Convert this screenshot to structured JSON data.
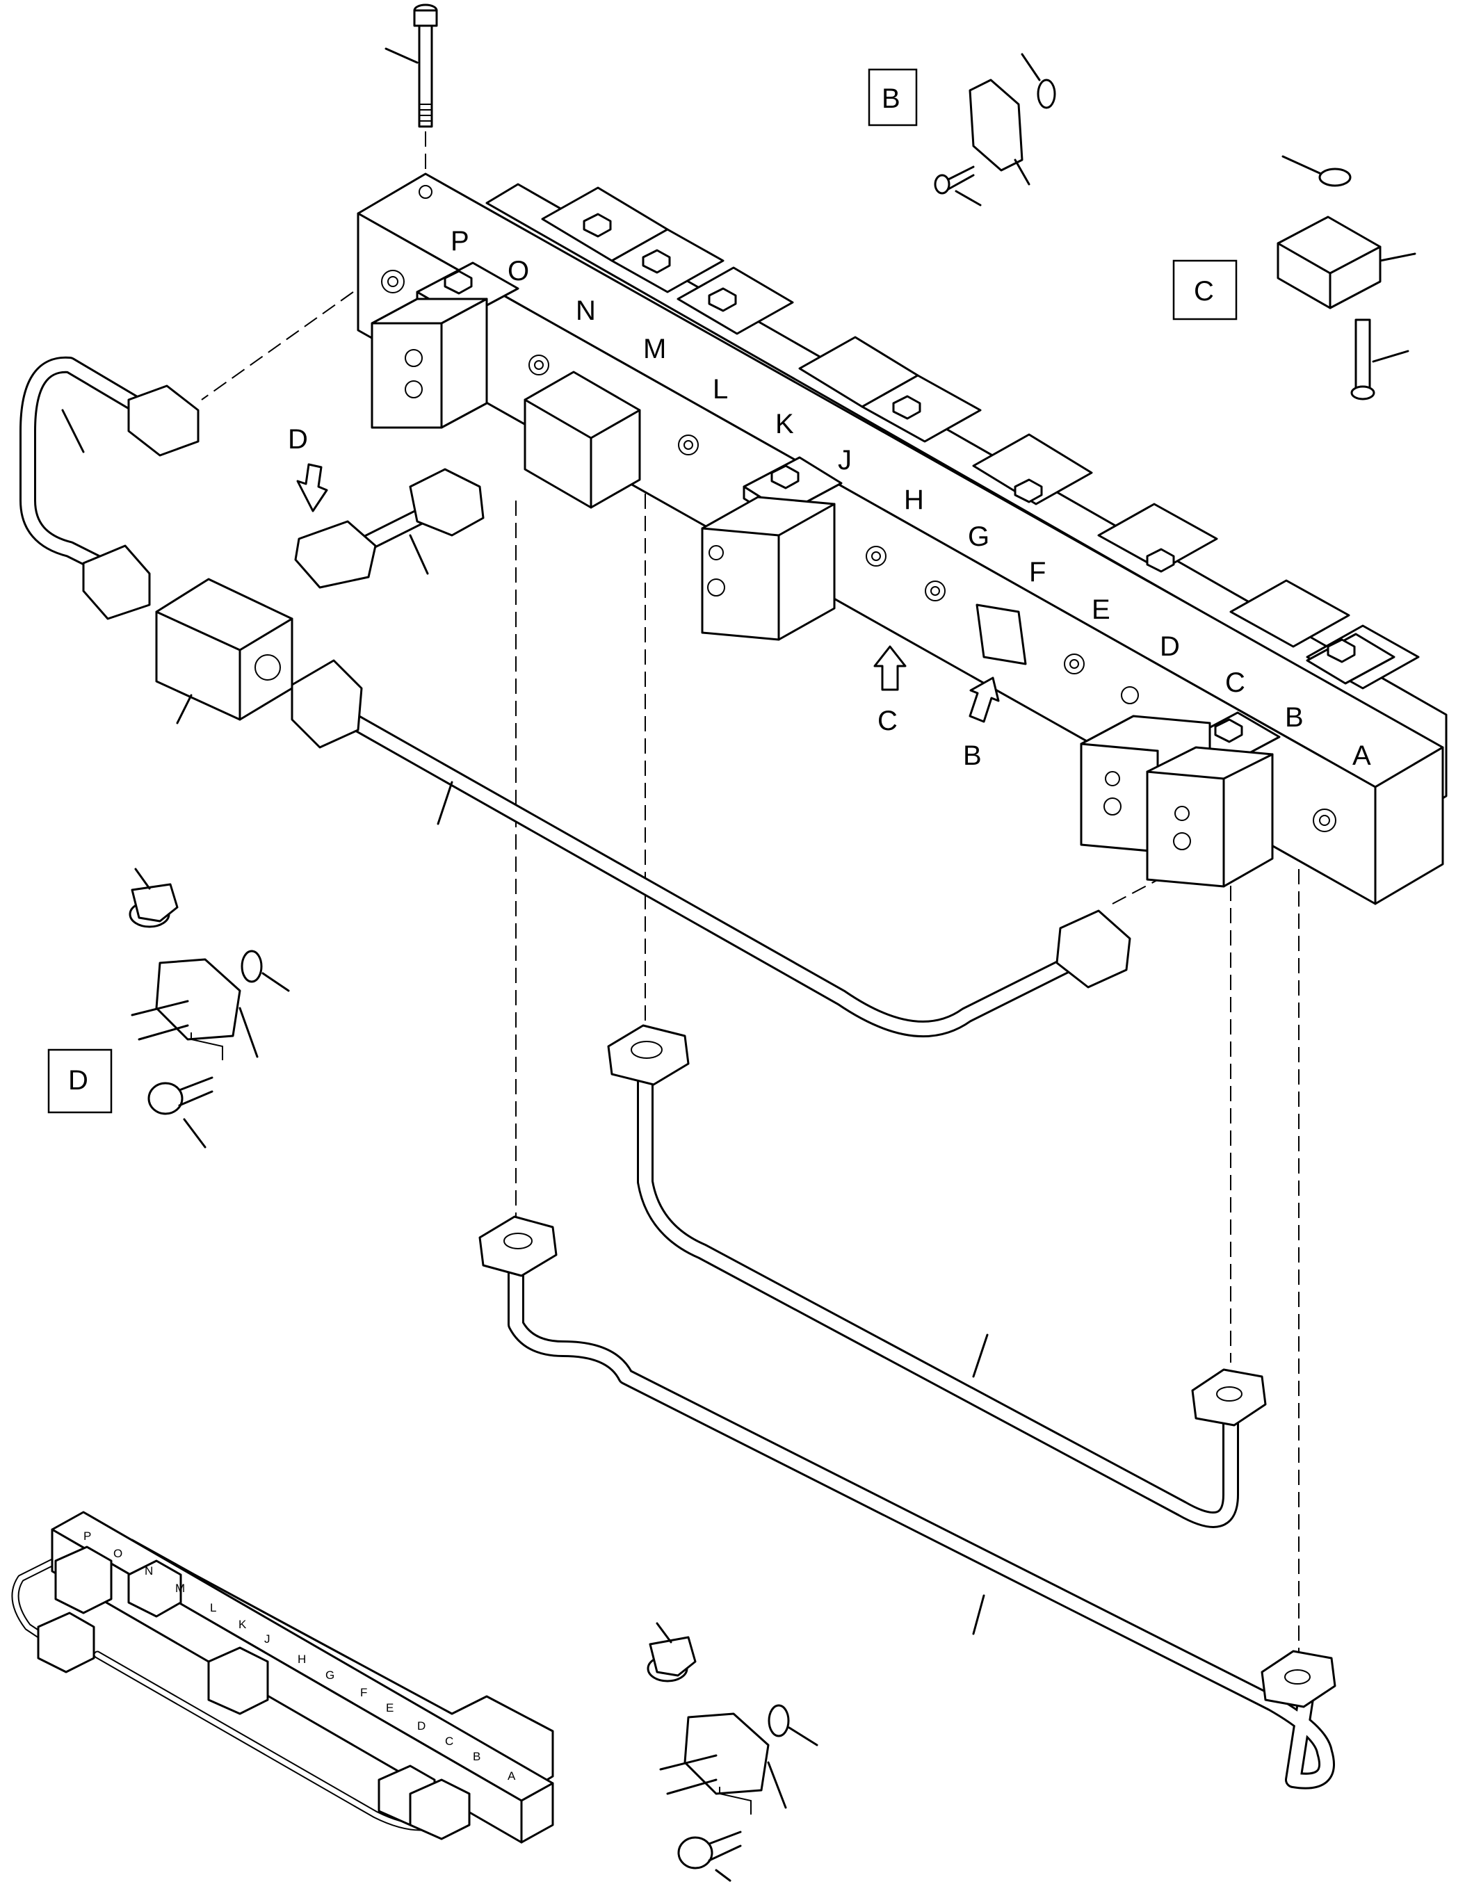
{
  "diagram": {
    "section_labels": [
      "P",
      "O",
      "N",
      "M",
      "L",
      "K",
      "J",
      "H",
      "G",
      "F",
      "E",
      "D",
      "C",
      "B",
      "A"
    ],
    "arrow_labels": {
      "c": "C",
      "b": "B",
      "d": "D"
    },
    "detail_boxes": {
      "b": "B",
      "c": "C",
      "d": "D"
    }
  }
}
